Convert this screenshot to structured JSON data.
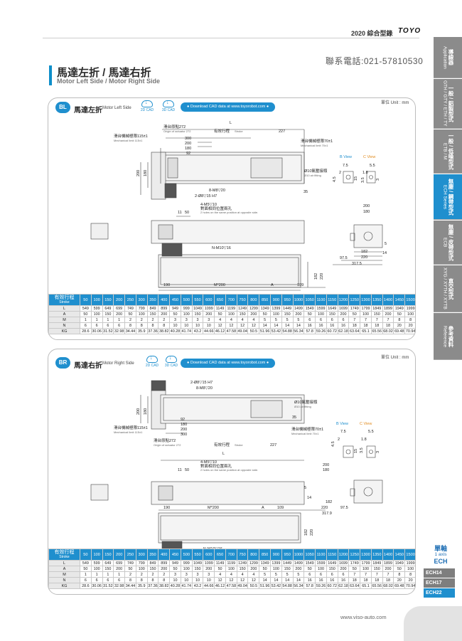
{
  "header": {
    "catalog": "2020 綜合型錄",
    "logo": "TOYO",
    "phone": "聯系電話:021-57810530",
    "title_zh": "馬達左折 / 馬達右折",
    "title_en": "Motor Left Side / Motor Right Side"
  },
  "tabs": [
    {
      "zh": "導線器",
      "en": "Application",
      "active": false
    },
    {
      "zh": "一般 / 鋁製型式",
      "en": "GTH / GTY / ETH / TY",
      "active": false
    },
    {
      "zh": "一般 / 低噪型式",
      "en": "ETB / M",
      "active": false
    },
    {
      "zh": "無塵 / 鋼帶型式",
      "en": "ECH Series",
      "active": true
    },
    {
      "zh": "無塵 / 皮帶型式",
      "en": "ECB",
      "active": false
    },
    {
      "zh": "直交型式",
      "en": "XYG / XYTH / XYTB",
      "active": false
    },
    {
      "zh": "參考資料",
      "en": "Reference",
      "active": false
    }
  ],
  "side": {
    "axis_zh": "單軸",
    "axis_en": "1 axis",
    "series": "ECH",
    "models": [
      "ECH14",
      "ECH17",
      "ECH22"
    ],
    "active_model": "ECH22"
  },
  "cad": {
    "cad2d": "2D CAD",
    "cad3d": "3D CAD",
    "download": "● Download CAD data at www.toyorobot.com ●"
  },
  "unit_label": "單位 Unit : mm",
  "panels": [
    {
      "badge": "BL",
      "title_zh": "馬達左折",
      "title_en": "Motor Left Side",
      "drawing": {
        "L": "L",
        "origin_zh": "滑台原點272",
        "origin_en": "Origin of actuator 272",
        "stroke_zh": "有效行程",
        "stroke_en": "Stroke",
        "dim_227": "227",
        "mech_left_zh": "滑台機械極限115±1",
        "mech_left_en": "Mechanical limit 115±1",
        "mech_right_zh": "滑台機械極限70±1",
        "mech_right_en": "Mechanical limit 70±1",
        "dims_top": [
          "300",
          "200",
          "180",
          "92"
        ],
        "dims_side": [
          "200",
          "180"
        ],
        "bview": "B View",
        "cview": "C View",
        "bview_dims": [
          "7.5",
          "2",
          "4.5",
          "15"
        ],
        "cview_dims": [
          "5.5",
          "1.8",
          "3.5",
          "3"
        ],
        "air_zh": "Ø10氣壓接頭",
        "air_en": "Ø10 air fitting",
        "dim_35": "35",
        "holes_m8": "8-M8▽20",
        "holes_pin": "2-Ø8▽15 H7",
        "holes_m5": "4-M5▽10",
        "holes_m5_zh": "對面相同位置兩孔",
        "holes_m5_en": "2 holes on the same position at opposite side.",
        "dim_11": "11",
        "dim_50": "50",
        "end_dims": [
          "200",
          "180",
          "182",
          "220",
          "97.5",
          "317.5",
          "14",
          "5"
        ],
        "m10": "N-M10▽16",
        "height_dims": [
          "182",
          "220"
        ],
        "bottom_dims": [
          "190",
          "M*200",
          "A",
          "109"
        ]
      }
    },
    {
      "badge": "BR",
      "title_zh": "馬達右折",
      "title_en": "Motor Right Side",
      "drawing": {
        "L": "L",
        "origin_zh": "滑台原點272",
        "origin_en": "Origin of actuator 272",
        "stroke_zh": "有效行程",
        "stroke_en": "Stroke",
        "dim_227": "227",
        "mech_left_zh": "滑台機械極限115±1",
        "mech_left_en": "Mechanical limit 115±1",
        "mech_right_zh": "滑台機械極限70±1",
        "mech_right_en": "Mechanical limit 70±1",
        "dims_top": [
          "92",
          "180",
          "200",
          "300"
        ],
        "dims_side": [
          "200",
          "180"
        ],
        "bview": "B View",
        "cview": "C View",
        "bview_dims": [
          "7.5",
          "2",
          "4.5",
          "15"
        ],
        "cview_dims": [
          "5.5",
          "1.8",
          "3.5",
          "3"
        ],
        "air_zh": "Ø10氣壓接頭",
        "air_en": "Ø10 air fitting",
        "dim_35": "35",
        "holes_m8": "8-M8▽20",
        "holes_pin": "2-Ø8▽15 H7",
        "holes_m5": "4-M5▽10",
        "holes_m5_zh": "對面相同位置兩孔",
        "holes_m5_en": "2 holes on the same position at opposite side.",
        "dim_11": "11",
        "dim_50": "50",
        "end_dims": [
          "200",
          "180",
          "182",
          "220",
          "97.5",
          "317.9",
          "14",
          "5"
        ],
        "m10": "N-M10▽16",
        "height_dims": [
          "182",
          "220"
        ],
        "bottom_dims": [
          "190",
          "M*200",
          "A",
          "109"
        ]
      }
    }
  ],
  "spec_table": {
    "header_zh": "有效行程",
    "header_en": "Stroke",
    "strokes": [
      "50",
      "100",
      "150",
      "200",
      "250",
      "300",
      "350",
      "400",
      "450",
      "500",
      "550",
      "600",
      "650",
      "700",
      "750",
      "800",
      "850",
      "900",
      "950",
      "1000",
      "1050",
      "1100",
      "1150",
      "1200",
      "1250",
      "1300",
      "1350",
      "1400",
      "1450",
      "1500"
    ],
    "rows": [
      {
        "label": "L",
        "values": [
          "549",
          "599",
          "649",
          "699",
          "749",
          "799",
          "849",
          "899",
          "949",
          "999",
          "1049",
          "1099",
          "1149",
          "1199",
          "1249",
          "1299",
          "1349",
          "1399",
          "1449",
          "1499",
          "1549",
          "1599",
          "1649",
          "1699",
          "1749",
          "1799",
          "1849",
          "1899",
          "1949",
          "1999"
        ]
      },
      {
        "label": "A",
        "values": [
          "50",
          "100",
          "150",
          "200",
          "50",
          "100",
          "150",
          "200",
          "50",
          "100",
          "150",
          "200",
          "50",
          "100",
          "150",
          "200",
          "50",
          "100",
          "150",
          "200",
          "50",
          "100",
          "150",
          "200",
          "50",
          "100",
          "150",
          "200",
          "50",
          "100"
        ]
      },
      {
        "label": "M",
        "values": [
          "1",
          "1",
          "1",
          "1",
          "2",
          "2",
          "2",
          "2",
          "3",
          "3",
          "3",
          "3",
          "4",
          "4",
          "4",
          "4",
          "5",
          "5",
          "5",
          "5",
          "6",
          "6",
          "6",
          "6",
          "7",
          "7",
          "7",
          "7",
          "8",
          "8"
        ]
      },
      {
        "label": "N",
        "values": [
          "6",
          "6",
          "6",
          "6",
          "8",
          "8",
          "8",
          "8",
          "10",
          "10",
          "10",
          "10",
          "12",
          "12",
          "12",
          "12",
          "14",
          "14",
          "14",
          "14",
          "16",
          "16",
          "16",
          "16",
          "18",
          "18",
          "18",
          "18",
          "20",
          "20"
        ]
      },
      {
        "label": "KG",
        "values": [
          "28.6",
          "30.06",
          "31.52",
          "32.98",
          "34.44",
          "35.9",
          "37.36",
          "38.82",
          "40.28",
          "41.74",
          "43.2",
          "44.66",
          "46.12",
          "47.58",
          "49.04",
          "50.5",
          "51.96",
          "53.42",
          "54.88",
          "56.34",
          "57.8",
          "59.26",
          "60.72",
          "62.18",
          "63.64",
          "65.1",
          "65.56",
          "68.02",
          "69.48",
          "70.94"
        ]
      }
    ]
  },
  "footer": {
    "url": "www.viso-auto.com"
  },
  "colors": {
    "accent": "#1f8fce",
    "tab_gray": "#8b8b8b",
    "orange": "#e08a1e"
  }
}
